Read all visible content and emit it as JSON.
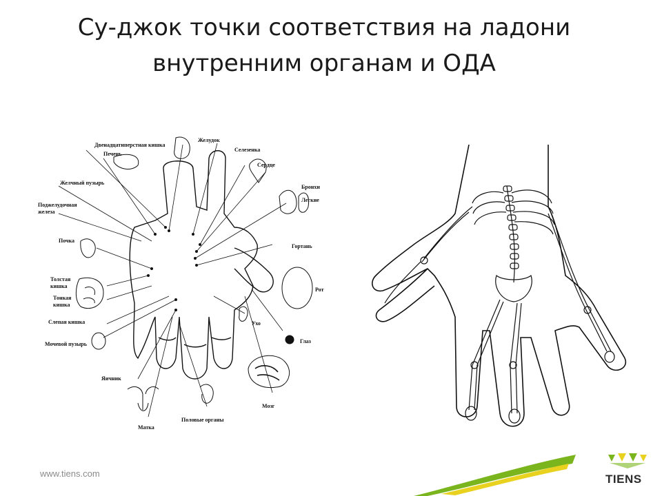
{
  "slide": {
    "title_line1": "Су-джок точки соответствия на ладони",
    "title_line2": "внутренним органам и ОДА",
    "footer_url": "www.tiens.com",
    "logo_text": "TIENS"
  },
  "left_figure": {
    "labels": {
      "duodenum": "Двенадцатиперстная кишка",
      "stomach": "Желудок",
      "liver": "Печень",
      "spleen": "Селезенка",
      "heart": "Сердце",
      "gallbladder": "Желчный пузырь",
      "bronchi": "Бронхи",
      "lungs": "Легкие",
      "pancreas_1": "Поджелудочная",
      "pancreas_2": "железа",
      "kidney": "Почка",
      "larynx": "Гортань",
      "mouth": "Рот",
      "colon_1": "Толстая",
      "colon_2": "кишка",
      "small_int_1": "Тонкая",
      "small_int_2": "кишка",
      "caecum": "Слепая кишка",
      "ear": "Ухо",
      "bladder": "Мочевой пузырь",
      "eye": "Глаз",
      "ovary": "Яичник",
      "brain": "Мозг",
      "genitals": "Половые органы",
      "uterus": "Матка"
    }
  },
  "colors": {
    "title": "#1a1a1a",
    "logo_green": "#7ab51d",
    "logo_yellow": "#e8d21f",
    "footer_text": "#8a8a8a"
  }
}
